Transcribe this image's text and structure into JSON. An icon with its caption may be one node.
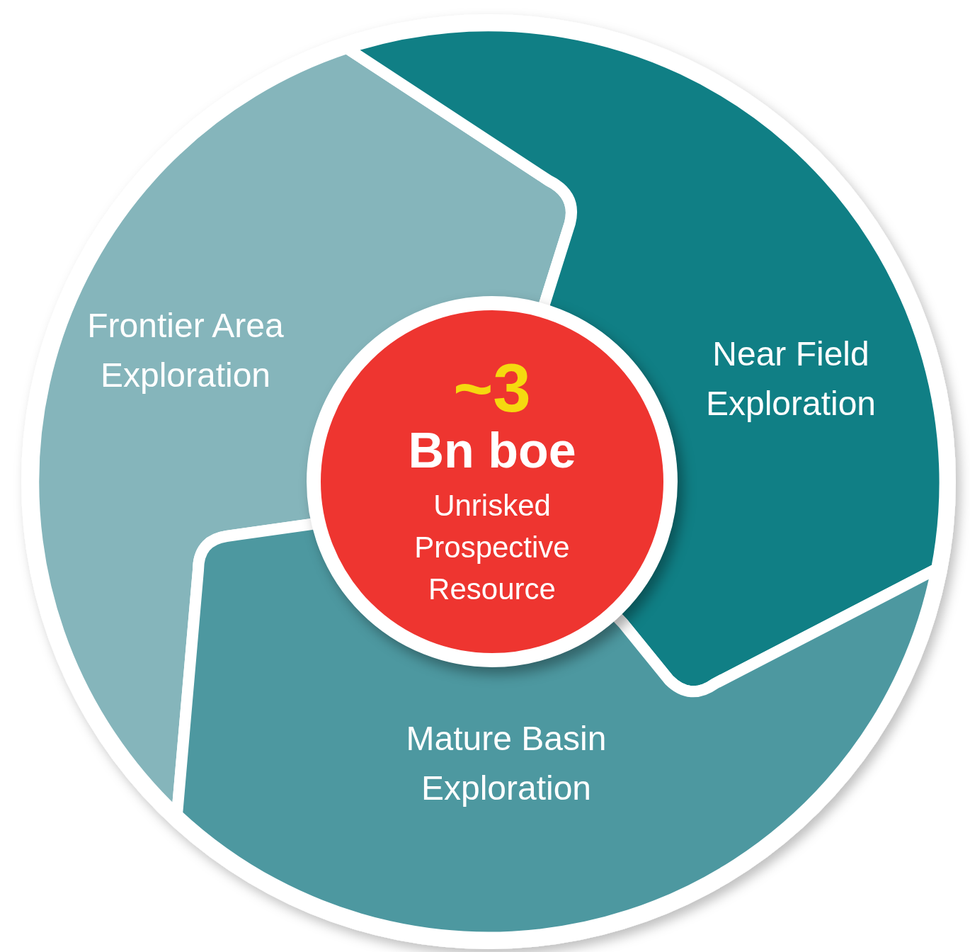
{
  "diagram": {
    "nodes": [
      {
        "text": [
          "Frontier Area Exploration"
        ]
      },
      {
        "text": [
          "Near Field Exploration"
        ]
      },
      {
        "text": [
          "Mature Basin Exploration"
        ]
      },
      {
        "text": [
          "~3",
          "Bn boe",
          "Unrisked Prospective Resource"
        ]
      }
    ]
  }
}
